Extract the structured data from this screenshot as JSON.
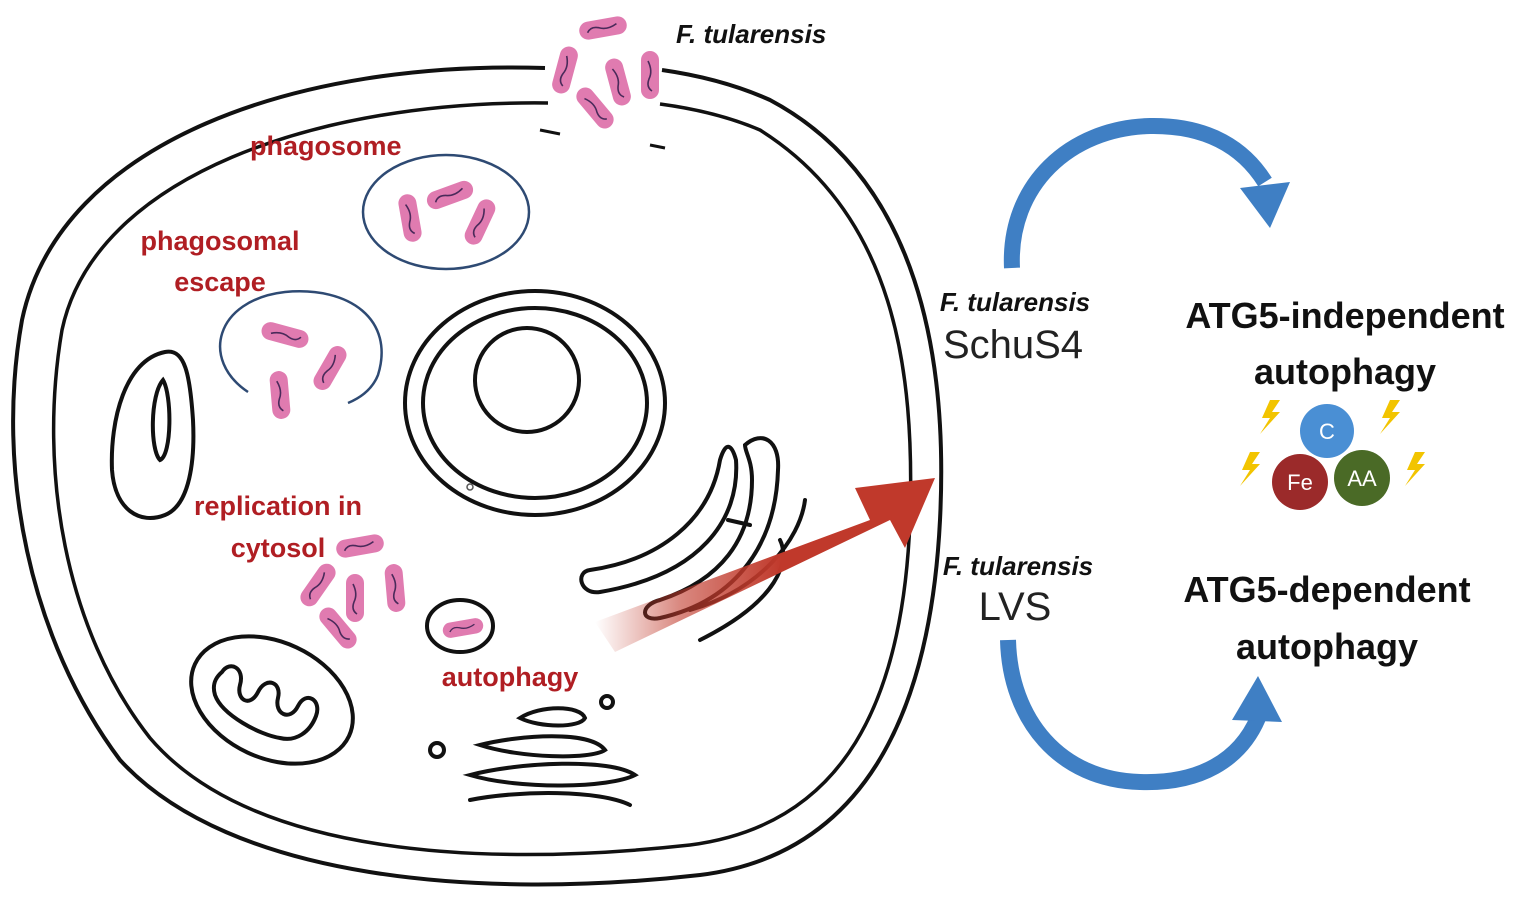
{
  "labels": {
    "bacterium_top": "F. tularensis",
    "phagosome": "phagosome",
    "escape_line1": "phagosomal",
    "escape_line2": "escape",
    "replication_line1": "replication in",
    "replication_line2": "cytosol",
    "autophagy": "autophagy"
  },
  "right": {
    "schu_species": "F. tularensis",
    "schu_strain": "SchuS4",
    "lvs_species": "F. tularensis",
    "lvs_strain": "LVS",
    "indep_line1": "ATG5-independent",
    "indep_line2": "autophagy",
    "dep_line1": "ATG5-dependent",
    "dep_line2": "autophagy"
  },
  "molecules": [
    {
      "label": "C",
      "color": "#4a8fd4"
    },
    {
      "label": "Fe",
      "color": "#9b2a2a"
    },
    {
      "label": "AA",
      "color": "#4a6a26"
    }
  ],
  "colors": {
    "bacteria": "#e07bb0",
    "membrane": "#2e4a73",
    "red_label": "#b01e23",
    "curved_arrow": "#3f7fc4",
    "big_arrow": "#c0392b",
    "bolt": "#f2c400"
  }
}
